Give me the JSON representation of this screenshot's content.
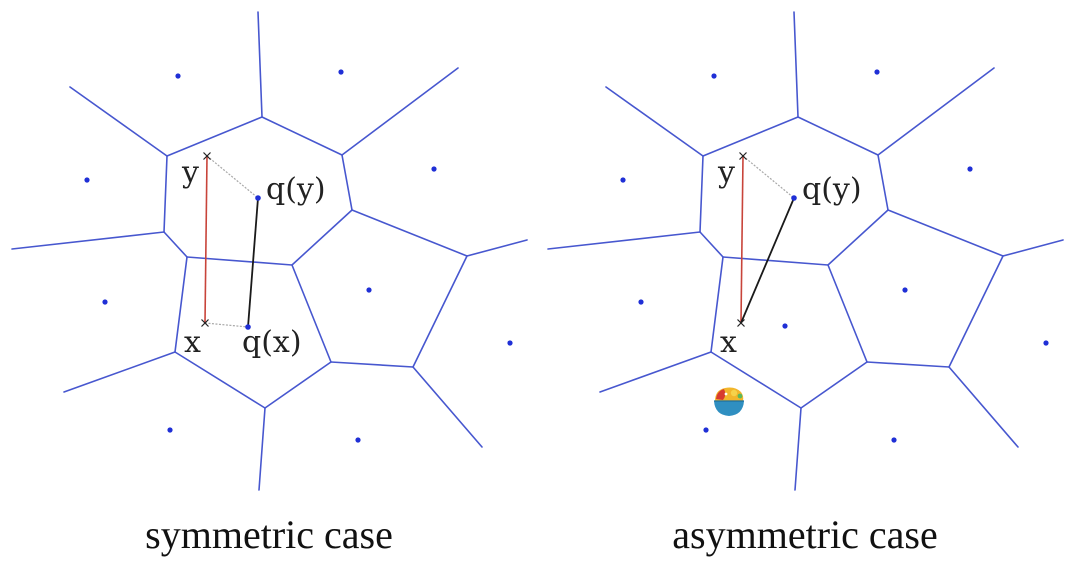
{
  "panels": [
    {
      "caption": "symmetric case",
      "labels": {
        "y": "y",
        "qy": "q(y)",
        "x": "x",
        "qx": "q(x)"
      }
    },
    {
      "caption": "asymmetric case",
      "labels": {
        "y": "y",
        "qy": "q(y)",
        "x": "x"
      }
    }
  ],
  "colors": {
    "voronoi_edge": "#4757cf",
    "site": "#1f2fd6",
    "red_segment": "#c8443a",
    "black_segment": "#1a1a1a",
    "gray_segment": "#a8a8a8"
  },
  "icons": [
    "bowl-logo-icon"
  ]
}
